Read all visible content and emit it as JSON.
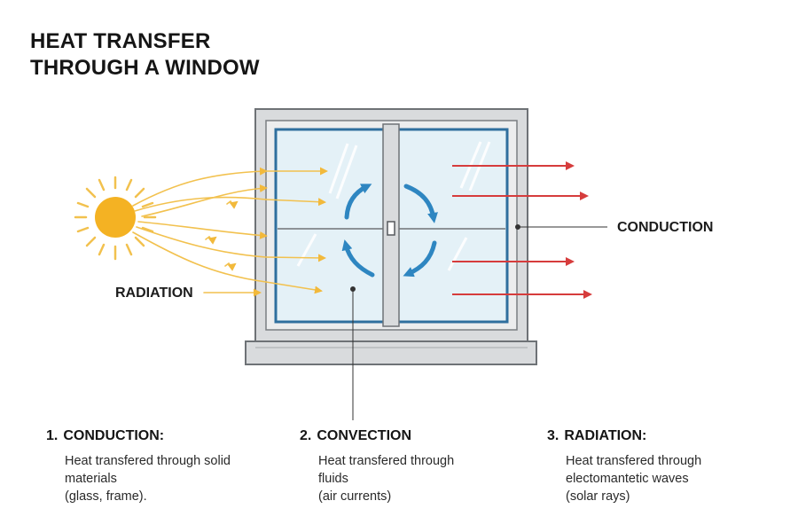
{
  "title": {
    "line1": "HEAT TRANSFER",
    "line2": "THROUGH A WINDOW"
  },
  "labels": {
    "radiation": "RADIATION",
    "conduction": "CONDUCTION"
  },
  "colors": {
    "sun": "#F4B223",
    "sun_rays": "#F2C14E",
    "convection_arrows": "#2E86C1",
    "conduction_arrows": "#D63C3C",
    "glass": "#E4F1F7",
    "frame": "#D9DBDD",
    "frame_stroke": "#6E7276"
  },
  "icons": [
    "sun-icon",
    "convection-cycle-icon",
    "window-handle-icon"
  ],
  "legend": [
    {
      "number": "1.",
      "heading": "CONDUCTION:",
      "lines": [
        "Heat transfered through solid",
        "materials",
        "(glass, frame)."
      ]
    },
    {
      "number": "2.",
      "heading": "CONVECTION",
      "lines": [
        "Heat transfered through",
        "fluids",
        "(air currents)"
      ]
    },
    {
      "number": "3.",
      "heading": "RADIATION:",
      "lines": [
        "Heat transfered through",
        "electomantetic waves",
        "(solar rays)"
      ]
    }
  ]
}
